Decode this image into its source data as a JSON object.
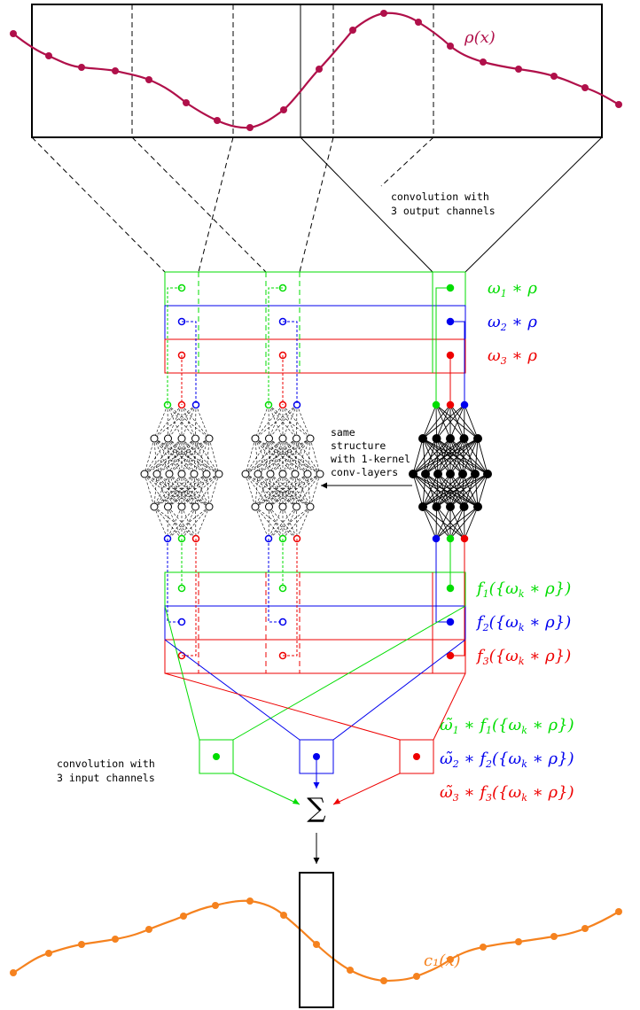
{
  "colors": {
    "ink": "#000000",
    "density": "#b0104a",
    "channel_1": "#00dd00",
    "channel_2": "#0000ee",
    "channel_3": "#ee0000",
    "output": "#f5821f"
  },
  "labels": {
    "input_function": "ρ(x)",
    "output_function": "c₁(x)",
    "conv_out_note": [
      "convolution with",
      "3 output channels"
    ],
    "conv_in_note": [
      "convolution with",
      "3 input channels"
    ],
    "shared_note": [
      "same",
      "structure",
      "with 1-kernel",
      "conv-layers"
    ],
    "sum_symbol": "∑"
  },
  "channels_in": [
    {
      "omega": "ω",
      "index": "1",
      "rest": " ∗ ρ"
    },
    {
      "omega": "ω",
      "index": "2",
      "rest": " ∗ ρ"
    },
    {
      "omega": "ω",
      "index": "3",
      "rest": " ∗ ρ"
    }
  ],
  "channels_f": [
    {
      "f": "f",
      "index": "1",
      "rest": "({ω",
      "k": "k",
      "tail": " ∗ ρ})"
    },
    {
      "f": "f",
      "index": "2",
      "rest": "({ω",
      "k": "k",
      "tail": " ∗ ρ})"
    },
    {
      "f": "f",
      "index": "3",
      "rest": "({ω",
      "k": "k",
      "tail": " ∗ ρ})"
    }
  ],
  "channels_out": [
    {
      "omega": "ω̃",
      "index": "1",
      "mid": " ∗ f",
      "rest": "({ω",
      "k": "k",
      "tail": " ∗ ρ})"
    },
    {
      "omega": "ω̃",
      "index": "2",
      "mid": " ∗ f",
      "rest": "({ω",
      "k": "k",
      "tail": " ∗ ρ})"
    },
    {
      "omega": "ω̃",
      "index": "3",
      "mid": " ∗ f",
      "rest": "({ω",
      "k": "k",
      "tail": " ∗ ρ})"
    }
  ]
}
